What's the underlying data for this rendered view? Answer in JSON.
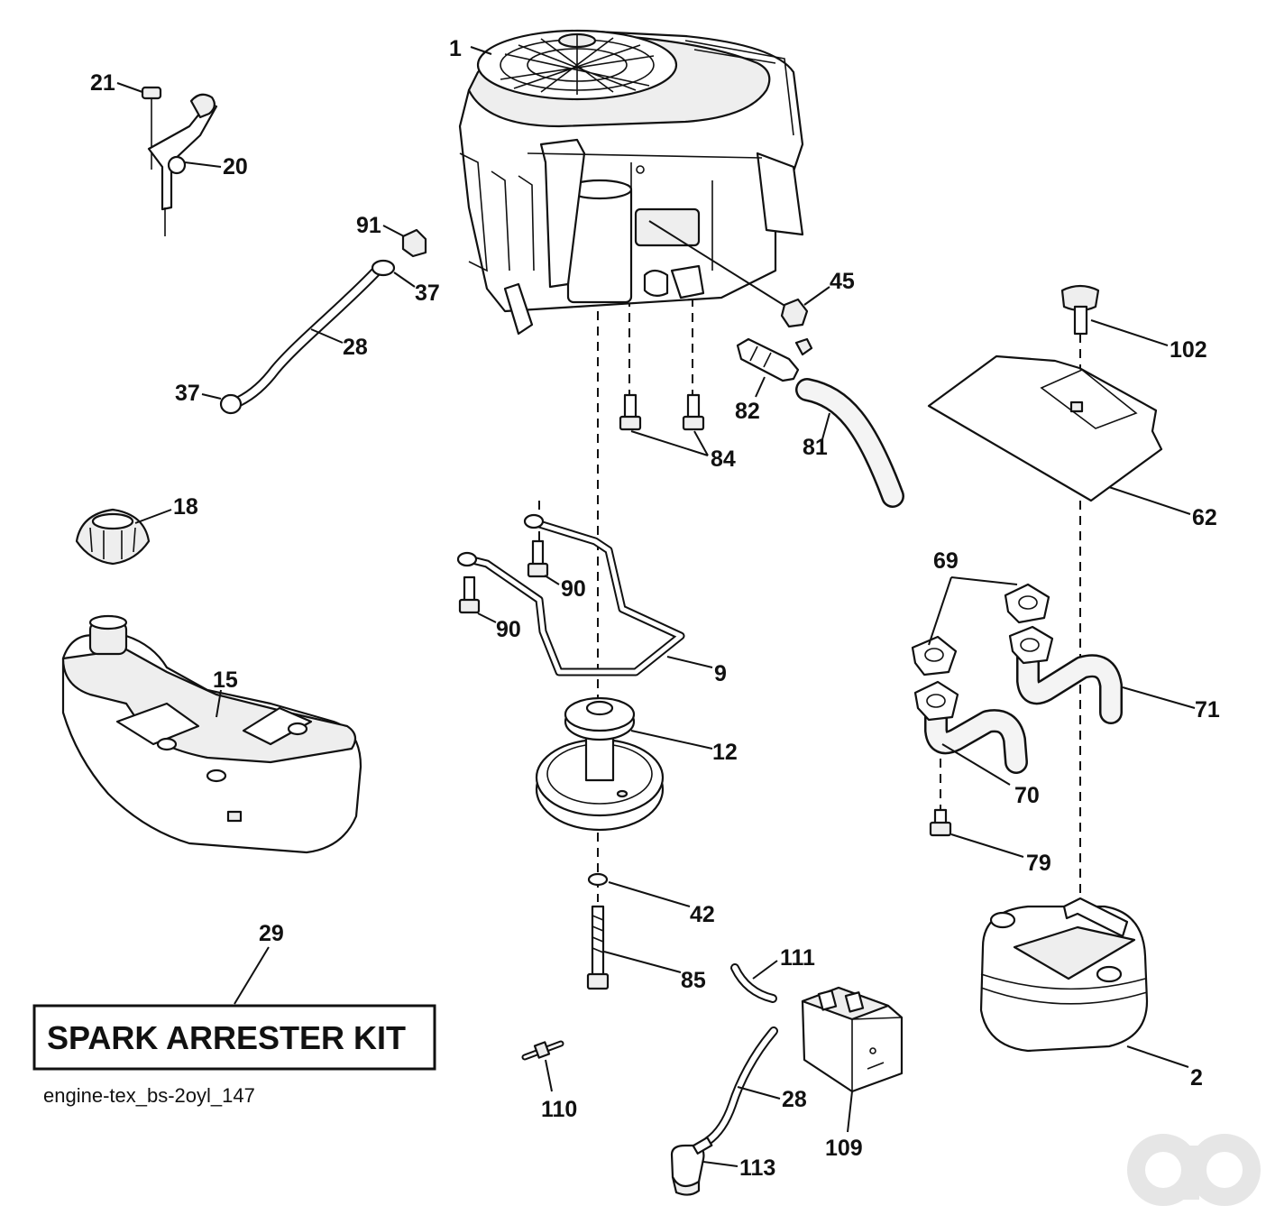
{
  "caption": "engine-tex_bs-2oyl_147",
  "kit_label": "SPARK ARRESTER KIT",
  "callouts": {
    "c1": "1",
    "c2": "2",
    "c9": "9",
    "c12": "12",
    "c15": "15",
    "c18": "18",
    "c20": "20",
    "c21": "21",
    "c28a": "28",
    "c28b": "28",
    "c29": "29",
    "c37a": "37",
    "c37b": "37",
    "c42": "42",
    "c45": "45",
    "c62": "62",
    "c69": "69",
    "c70": "70",
    "c71": "71",
    "c79": "79",
    "c81": "81",
    "c82": "82",
    "c84": "84",
    "c85": "85",
    "c90a": "90",
    "c90b": "90",
    "c91": "91",
    "c102": "102",
    "c109": "109",
    "c110": "110",
    "c111": "111",
    "c113": "113"
  },
  "watermark": "watermark-logo-icon",
  "colors": {
    "line": "#111111",
    "background": "#ffffff",
    "watermark": "#e6e6e6"
  }
}
